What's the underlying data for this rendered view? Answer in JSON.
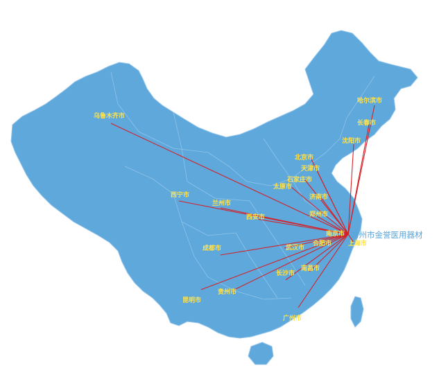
{
  "map": {
    "hub": {
      "label": "常州市金誉医用器材"
    },
    "cities": [
      {
        "id": "urumqi",
        "label": "乌鲁木齐市"
      },
      {
        "id": "harbin",
        "label": "哈尔滨市"
      },
      {
        "id": "changchun",
        "label": "长春市"
      },
      {
        "id": "shenyang",
        "label": "沈阳市"
      },
      {
        "id": "beijing",
        "label": "北京市"
      },
      {
        "id": "tianjin",
        "label": "天津市"
      },
      {
        "id": "shijiazhuang",
        "label": "石家庄市"
      },
      {
        "id": "taiyuan",
        "label": "太原市"
      },
      {
        "id": "jinan",
        "label": "济南市"
      },
      {
        "id": "xining",
        "label": "西宁市"
      },
      {
        "id": "lanzhou",
        "label": "兰州市"
      },
      {
        "id": "xian",
        "label": "西安市"
      },
      {
        "id": "zhengzhou",
        "label": "郑州市"
      },
      {
        "id": "nanjing",
        "label": "南京市"
      },
      {
        "id": "shanghai",
        "label": "上海市"
      },
      {
        "id": "chengdu",
        "label": "成都市"
      },
      {
        "id": "wuhan",
        "label": "武汉市"
      },
      {
        "id": "hefei",
        "label": "合肥市"
      },
      {
        "id": "changsha",
        "label": "长沙市"
      },
      {
        "id": "nanchang",
        "label": "南昌市"
      },
      {
        "id": "guiyang",
        "label": "贵州市"
      },
      {
        "id": "kunming",
        "label": "昆明市"
      },
      {
        "id": "guangzhou",
        "label": "广州市"
      }
    ],
    "colors": {
      "land": "#5fa8dc",
      "land_border": "#8fc3ea",
      "route": "#d42027",
      "city_label": "#ffe24a",
      "hub_label": "#5aa3d8"
    }
  }
}
